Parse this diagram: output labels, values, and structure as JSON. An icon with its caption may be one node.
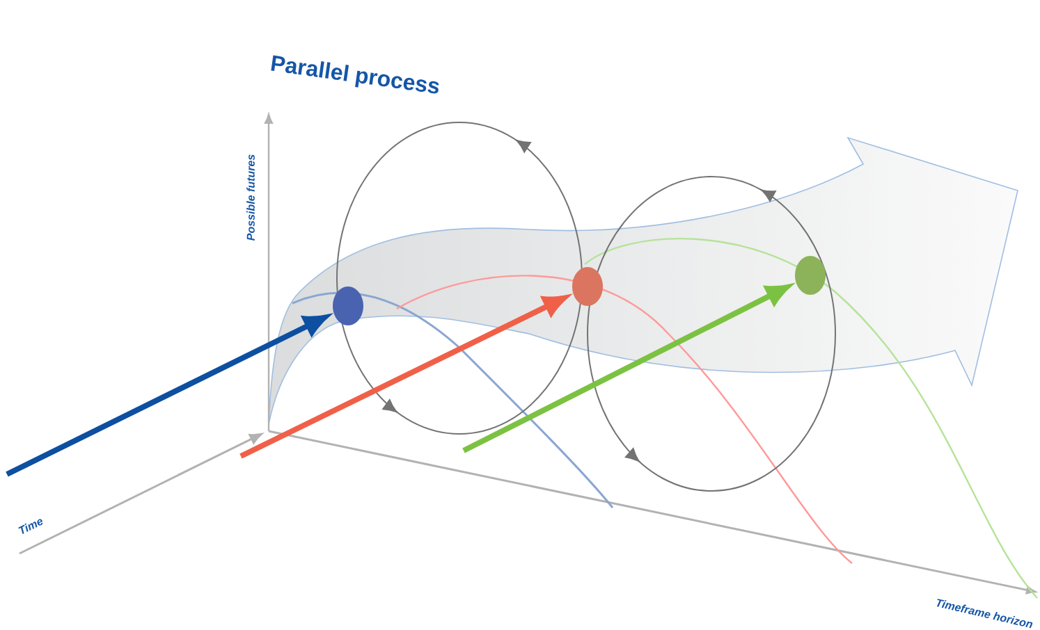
{
  "diagram": {
    "title": "Parallel process",
    "nodes": [
      {
        "text": [],
        "shape": "circle"
      },
      {
        "text": [],
        "shape": "circle"
      },
      {
        "text": [],
        "shape": "circle"
      }
    ],
    "edges": [
      {
        "from": null,
        "to": 0,
        "arrow": "to",
        "color": "#0d4fa0"
      },
      {
        "from": null,
        "to": 1,
        "arrow": "to",
        "color": "#f06048"
      },
      {
        "from": null,
        "to": 2,
        "arrow": "to",
        "color": "#7cc242"
      }
    ],
    "labels": [
      "Possible futures",
      "Time",
      "Timeframe horizon"
    ]
  }
}
